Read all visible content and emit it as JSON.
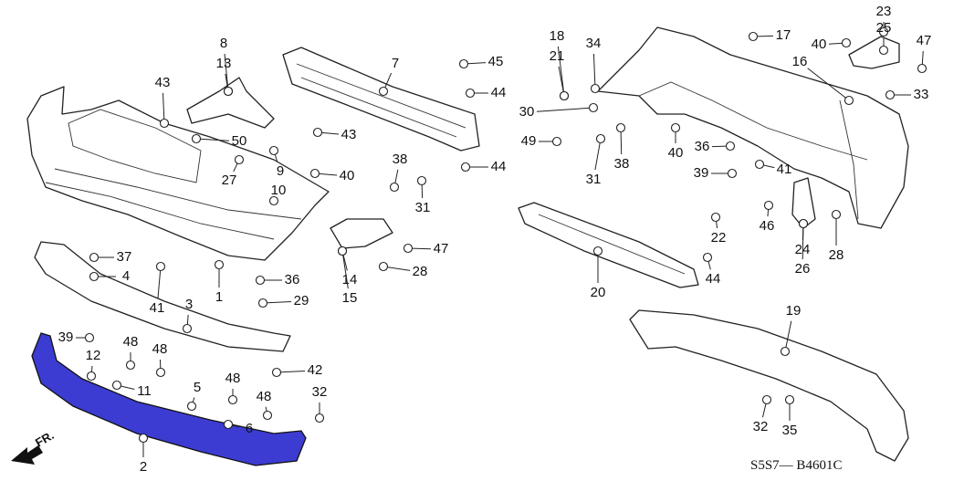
{
  "diagram": {
    "code": "S5S7— B4601C",
    "direction_label": "FR.",
    "highlight_color": "#3c3cd2",
    "highlighted_part": "2"
  },
  "callouts": [
    "8",
    "13",
    "43",
    "7",
    "45",
    "44",
    "43",
    "50",
    "9",
    "27",
    "10",
    "40",
    "38",
    "31",
    "44",
    "47",
    "28",
    "14",
    "15",
    "37",
    "4",
    "41",
    "1",
    "36",
    "29",
    "3",
    "39",
    "12",
    "48",
    "48",
    "11",
    "42",
    "5",
    "48",
    "48",
    "32",
    "6",
    "2",
    "18",
    "21",
    "34",
    "30",
    "49",
    "31",
    "38",
    "40",
    "17",
    "40",
    "23",
    "25",
    "47",
    "16",
    "33",
    "36",
    "39",
    "41",
    "46",
    "22",
    "44",
    "20",
    "24",
    "26",
    "28",
    "19",
    "32",
    "35"
  ]
}
